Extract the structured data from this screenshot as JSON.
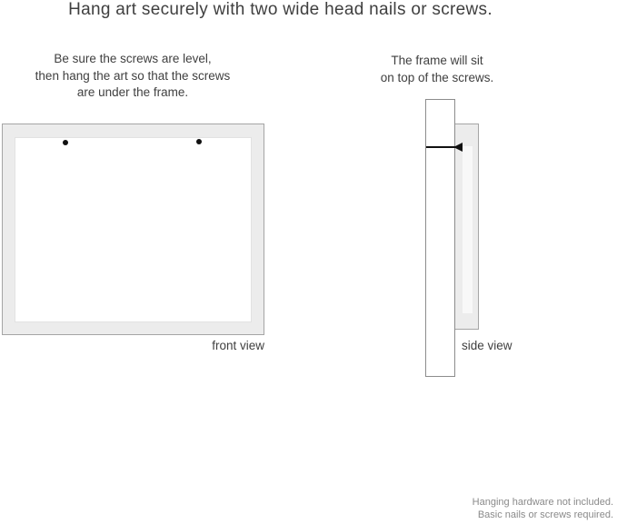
{
  "title": "Hang art securely with two wide head nails or screws.",
  "instructions": {
    "front": {
      "lines": [
        "Be sure the screws are level,",
        "then hang the art so that the screws",
        "are under the frame."
      ]
    },
    "side": {
      "lines": [
        "The frame will sit",
        "on top of the screws."
      ]
    }
  },
  "diagrams": {
    "front": {
      "label": "front view",
      "nail_count": 2
    },
    "side": {
      "label": "side view"
    }
  },
  "footnote": {
    "lines": [
      "Hanging hardware not included.",
      "Basic nails or screws required."
    ]
  },
  "colors": {
    "background": "#ffffff",
    "text_primary": "#3f3f3f",
    "text_muted": "#8a8a8a",
    "frame_fill": "#ececec",
    "frame_border": "#a5a5a5",
    "mat_fill": "#ffffff",
    "board_border": "#8c8c8c",
    "nail": "#111111"
  }
}
